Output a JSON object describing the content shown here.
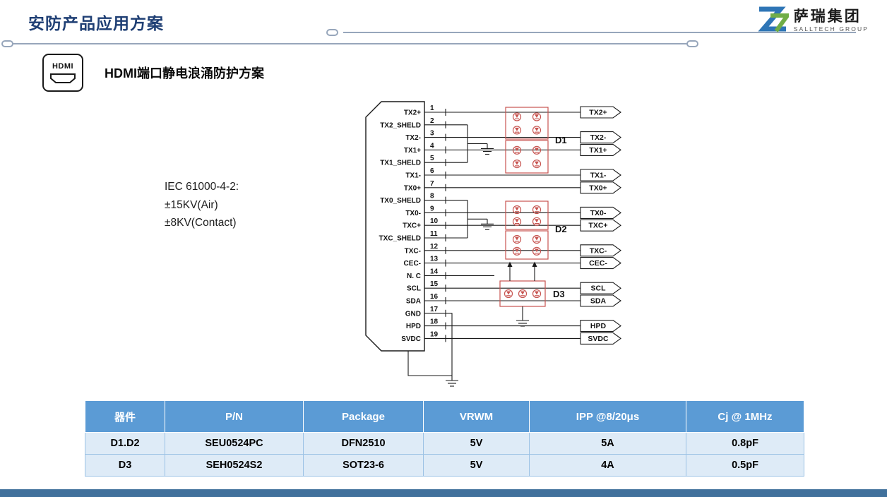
{
  "colors": {
    "title": "#1F3F74",
    "table_header_bg": "#5B9BD5",
    "table_row_bg": "#DEEBF7",
    "footer_bar": "#41719C",
    "device_red": "#C75450"
  },
  "header": {
    "title": "安防产品应用方案",
    "logo_cn": "萨瑞集团",
    "logo_en": "SALLTECH GROUP"
  },
  "section": {
    "icon_label": "HDMI",
    "heading": "HDMI端口静电浪涌防护方案"
  },
  "note": {
    "lines": [
      "IEC 61000-4-2:",
      "±15KV(Air)",
      "±8KV(Contact)"
    ]
  },
  "circuit": {
    "device_labels": [
      "D1",
      "D2",
      "D3"
    ],
    "pins": [
      {
        "num": "1",
        "label": "TX2+",
        "tag": "TX2+"
      },
      {
        "num": "2",
        "label": "TX2_SHELD",
        "gnd": "g1"
      },
      {
        "num": "3",
        "label": "TX2-",
        "tag": "TX2-"
      },
      {
        "num": "4",
        "label": "TX1+",
        "tag": "TX1+"
      },
      {
        "num": "5",
        "label": "TX1_SHELD",
        "gnd": "g1"
      },
      {
        "num": "6",
        "label": "TX1-",
        "tag": "TX1-"
      },
      {
        "num": "7",
        "label": "TX0+",
        "tag": "TX0+"
      },
      {
        "num": "8",
        "label": "TX0_SHELD",
        "gnd": "g2"
      },
      {
        "num": "9",
        "label": "TX0-",
        "tag": "TX0-"
      },
      {
        "num": "10",
        "label": "TXC+",
        "tag": "TXC+"
      },
      {
        "num": "11",
        "label": "TXC_SHELD",
        "gnd": "g2"
      },
      {
        "num": "12",
        "label": "TXC-",
        "tag": "TXC-"
      },
      {
        "num": "13",
        "label": "CEC-",
        "tag": "CEC-"
      },
      {
        "num": "14",
        "label": "N. C"
      },
      {
        "num": "15",
        "label": "SCL",
        "tag": "SCL"
      },
      {
        "num": "16",
        "label": "SDA",
        "tag": "SDA"
      },
      {
        "num": "17",
        "label": "GND",
        "gnd": "bottom"
      },
      {
        "num": "18",
        "label": "HPD",
        "tag": "HPD"
      },
      {
        "num": "19",
        "label": "SVDC",
        "tag": "SVDC"
      }
    ]
  },
  "table": {
    "headers": [
      "器件",
      "P/N",
      "Package",
      "VRWM",
      "IPP @8/20μs",
      "Cj @ 1MHz"
    ],
    "rows": [
      [
        "D1.D2",
        "SEU0524PC",
        "DFN2510",
        "5V",
        "5A",
        "0.8pF"
      ],
      [
        "D3",
        "SEH0524S2",
        "SOT23-6",
        "5V",
        "4A",
        "0.5pF"
      ]
    ]
  }
}
